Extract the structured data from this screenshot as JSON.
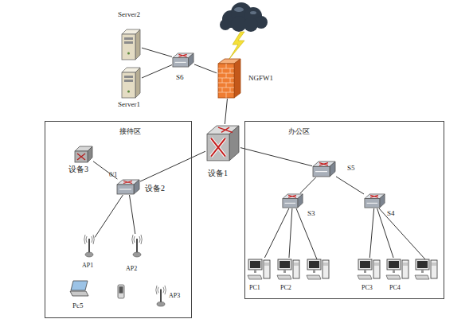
{
  "diagram": {
    "nodes": [
      {
        "text": [
          "Server2"
        ]
      },
      {
        "text": [
          "S6"
        ]
      },
      {
        "text": [
          "NGFW1"
        ]
      },
      {
        "text": [
          "Server1"
        ]
      },
      {
        "text": [
          "设备1"
        ]
      },
      {
        "text": [
          "接待区"
        ]
      },
      {
        "text": [
          "设备3"
        ],
        "in": 5
      },
      {
        "text": [
          "设备2"
        ],
        "in": 5
      },
      {
        "text": [
          "AP1"
        ],
        "in": 5
      },
      {
        "text": [
          "AP2"
        ],
        "in": 5
      },
      {
        "text": [
          "Pc5"
        ],
        "in": 5
      },
      {
        "text": [
          "AP3"
        ],
        "in": 5
      },
      {
        "text": [
          "办公区"
        ]
      },
      {
        "text": [
          "S5"
        ],
        "in": 12
      },
      {
        "text": [
          "S3"
        ],
        "in": 12
      },
      {
        "text": [
          "S4"
        ],
        "in": 12
      },
      {
        "text": [
          "PC1"
        ],
        "in": 12
      },
      {
        "text": [
          "PC2"
        ],
        "in": 12
      },
      {
        "text": [
          "PC3"
        ],
        "in": 12
      },
      {
        "text": [
          "PC4"
        ],
        "in": 12
      }
    ],
    "edges": [
      {
        "from": 0,
        "to": 1,
        "arrow": "none"
      },
      {
        "from": 3,
        "to": 1,
        "arrow": "none"
      },
      {
        "from": 1,
        "to": 2,
        "arrow": "none"
      },
      {
        "from": 2,
        "to": 4,
        "arrow": "none"
      },
      {
        "from": 4,
        "to": 7,
        "arrow": "none"
      },
      {
        "from": 4,
        "to": 13,
        "arrow": "none"
      },
      {
        "from": 6,
        "to": 7,
        "arrow": "none"
      },
      {
        "from": 7,
        "to": 8,
        "arrow": "none"
      },
      {
        "from": 7,
        "to": 9,
        "arrow": "none"
      },
      {
        "from": 13,
        "to": 14,
        "arrow": "none"
      },
      {
        "from": 13,
        "to": 15,
        "arrow": "none"
      },
      {
        "from": 14,
        "to": 16,
        "arrow": "none"
      },
      {
        "from": 14,
        "to": 17,
        "arrow": "none"
      },
      {
        "from": 15,
        "to": 18,
        "arrow": "none"
      },
      {
        "from": 15,
        "to": 19,
        "arrow": "none"
      }
    ],
    "labels": [
      "0/1"
    ]
  }
}
